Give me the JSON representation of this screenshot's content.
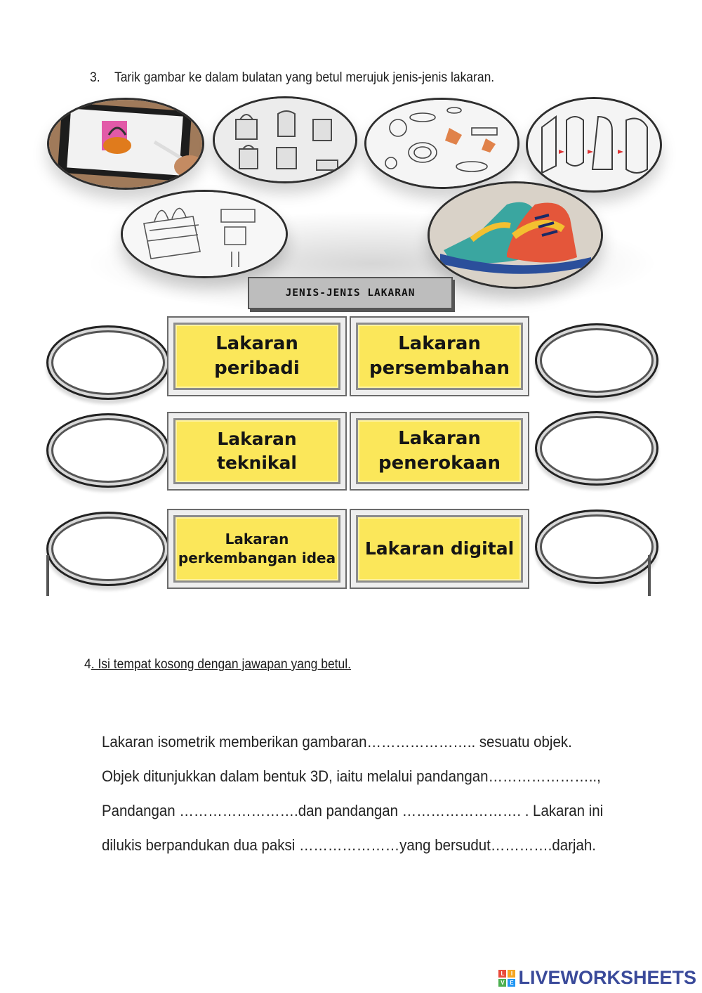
{
  "question3": {
    "number": "3.",
    "instruction": "Tarik gambar ke dalam bulatan yang betul merujuk jenis-jenis lakaran."
  },
  "header_label": "JENIS-JENIS LAKARAN",
  "categories": [
    {
      "label_line1": "Lakaran",
      "label_line2": "peribadi"
    },
    {
      "label_line1": "Lakaran",
      "label_line2": "persembahan"
    },
    {
      "label_line1": "Lakaran teknikal",
      "label_line2": ""
    },
    {
      "label_line1": "Lakaran",
      "label_line2": "penerokaan"
    },
    {
      "label_line1": "Lakaran",
      "label_line2": "perkembangan idea"
    },
    {
      "label_line1": "Lakaran digital",
      "label_line2": ""
    }
  ],
  "question4": {
    "number": "4",
    "instruction": ". Isi tempat kosong dengan jawapan yang betul."
  },
  "paragraph": [
    "Lakaran isometrik memberikan gambaran………………….. sesuatu objek.",
    "Objek ditunjukkan dalam bentuk 3D, iaitu melalui pandangan…………………..,",
    "Pandangan …………………….dan pandangan ……………………. . Lakaran ini",
    "dilukis berpandukan dua paksi …………………yang bersudut………….darjah."
  ],
  "brand": {
    "name": "LIVEWORKSHEETS",
    "logo_letters": [
      "L",
      "I",
      "V",
      "E"
    ],
    "logo_colors": [
      "#e94b3c",
      "#f5a623",
      "#4caf50",
      "#2196f3"
    ]
  },
  "image_icons": [
    "tablet-digital-sketch-icon",
    "bag-sketches-icon",
    "watch-technical-sketches-icon",
    "bag-idea-development-icon",
    "bag-exploration-sketch-icon",
    "sneaker-presentation-icon"
  ]
}
